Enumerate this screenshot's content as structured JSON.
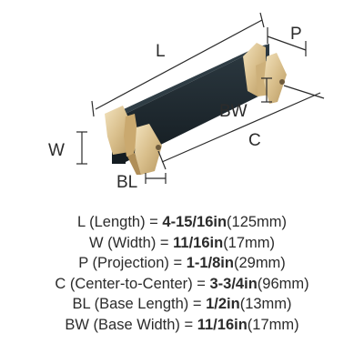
{
  "diagram": {
    "labels": {
      "L": "L",
      "P": "P",
      "W": "W",
      "BW": "BW",
      "C": "C",
      "BL": "BL"
    }
  },
  "specs": [
    {
      "code": "L",
      "name": "Length",
      "value": "4-15/16in",
      "metric": "(125mm)"
    },
    {
      "code": "W",
      "name": "Width",
      "value": "11/16in",
      "metric": "(17mm)"
    },
    {
      "code": "P",
      "name": "Projection",
      "value": "1-1/8in",
      "metric": "(29mm)"
    },
    {
      "code": "C",
      "name": "Center-to-Center",
      "value": "3-3/4in",
      "metric": "(96mm)"
    },
    {
      "code": "BL",
      "name": "Base Length",
      "value": "1/2in",
      "metric": "(13mm)"
    },
    {
      "code": "BW",
      "name": "Base Width",
      "value": "11/16in",
      "metric": "(17mm)"
    }
  ],
  "colors": {
    "bar": "#1e2a30",
    "brass": "#d9bf8c",
    "dimension_line": "#2b2b2b"
  }
}
